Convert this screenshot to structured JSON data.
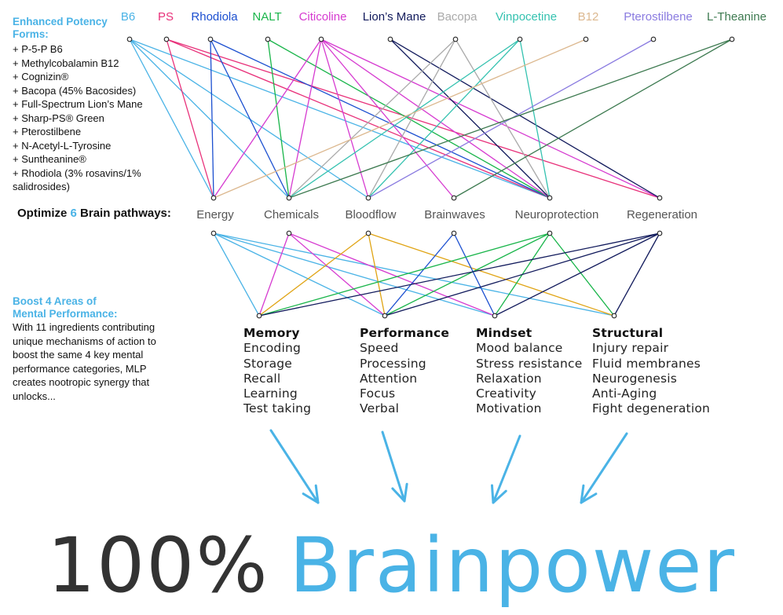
{
  "ingredients": [
    {
      "name": "B6",
      "color": "#4ab3e6"
    },
    {
      "name": "PS",
      "color": "#e8317a"
    },
    {
      "name": "Rhodiola",
      "color": "#1b4fd0"
    },
    {
      "name": "NALT",
      "color": "#19b54a"
    },
    {
      "name": "Citicoline",
      "color": "#d63ad0"
    },
    {
      "name": "Lion’s Mane",
      "color": "#111a5c"
    },
    {
      "name": "Bacopa",
      "color": "#aaaaaa"
    },
    {
      "name": "Vinpocetine",
      "color": "#35c2b0"
    },
    {
      "name": "B12",
      "color": "#dcb88f"
    },
    {
      "name": "Pterostilbene",
      "color": "#8a7be0"
    },
    {
      "name": "L-Theanine",
      "color": "#3d7a50"
    }
  ],
  "pathways": [
    "Energy",
    "Chemicals",
    "Bloodflow",
    "Brainwaves",
    "Neuroprotection",
    "Regeneration"
  ],
  "pathways_heading": {
    "prefix": "Optimize ",
    "number": "6",
    "suffix": " Brain pathways:"
  },
  "potency": {
    "heading_line1": "Enhanced Potency",
    "heading_line2": "Forms:",
    "items": [
      "+ P-5-P B6",
      "+ Methylcobalamin B12",
      "+ Cognizin®",
      "+ Bacopa (45% Bacosides)",
      "+ Full-Spectrum Lion’s Mane",
      "+ Sharp-PS® Green",
      "+ Pterostilbene",
      "+ N-Acetyl-L-Tyrosine",
      "+ Suntheanine®",
      "+ Rhodiola (3% rosavins/1% salidrosides)"
    ]
  },
  "boost": {
    "heading_line1": "Boost 4 Areas of",
    "heading_line2": "Mental Performance:",
    "body": "With 11 ingredients contributing unique mechanisms of action to boost the same 4 key mental performance categories, MLP creates nootropic synergy that unlocks..."
  },
  "areas": [
    {
      "title": "Memory",
      "items": [
        "Encoding",
        "Storage",
        "Recall",
        "Learning",
        "Test taking"
      ]
    },
    {
      "title": "Performance",
      "items": [
        "Speed",
        "Processing",
        "Attention",
        "Focus",
        "Verbal"
      ]
    },
    {
      "title": "Mindset",
      "items": [
        "Mood balance",
        "Stress resistance",
        "Relaxation",
        "Creativity",
        "Motivation"
      ]
    },
    {
      "title": "Structural",
      "items": [
        "Injury repair",
        "Fluid membranes",
        "Neurogenesis",
        "Anti-Aging",
        "Fight degeneration"
      ]
    }
  ],
  "ingredient_links": [
    {
      "from": 0,
      "to": [
        0,
        1,
        2,
        4
      ]
    },
    {
      "from": 1,
      "to": [
        0,
        4,
        5
      ]
    },
    {
      "from": 2,
      "to": [
        0,
        1,
        4
      ]
    },
    {
      "from": 3,
      "to": [
        1,
        4
      ]
    },
    {
      "from": 4,
      "to": [
        0,
        1,
        2,
        3,
        4,
        5
      ]
    },
    {
      "from": 5,
      "to": [
        4,
        5
      ]
    },
    {
      "from": 6,
      "to": [
        1,
        2,
        4
      ]
    },
    {
      "from": 7,
      "to": [
        1,
        2,
        4
      ]
    },
    {
      "from": 8,
      "to": [
        0
      ]
    },
    {
      "from": 9,
      "to": [
        2
      ]
    },
    {
      "from": 10,
      "to": [
        1,
        3
      ]
    }
  ],
  "pathway_links": [
    {
      "from": 0,
      "to": [
        0,
        1,
        2,
        3
      ],
      "color": "#4ab3e6"
    },
    {
      "from": 1,
      "to": [
        0,
        1,
        2
      ],
      "color": "#d63ad0"
    },
    {
      "from": 2,
      "to": [
        0,
        1,
        3
      ],
      "color": "#e0a414"
    },
    {
      "from": 3,
      "to": [
        1,
        2
      ],
      "color": "#1b4fd0"
    },
    {
      "from": 4,
      "to": [
        0,
        1,
        2,
        3
      ],
      "color": "#19b54a"
    },
    {
      "from": 5,
      "to": [
        0,
        1,
        2,
        3
      ],
      "color": "#111a5c"
    }
  ],
  "arrow_color": "#4ab3e6",
  "headline": {
    "percent": "100%",
    "word": "Brainpower"
  }
}
